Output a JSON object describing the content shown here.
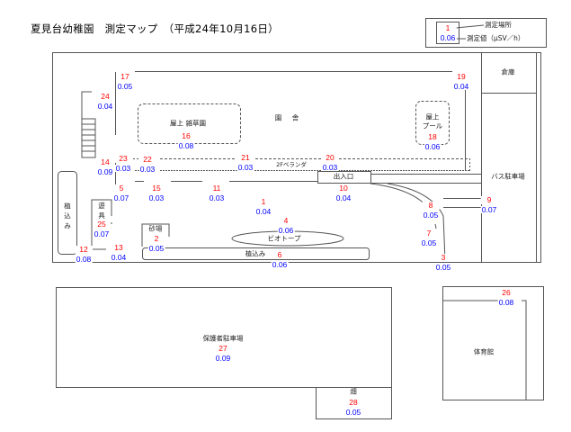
{
  "title": "夏見台幼稚園　測定マップ　（平成24年10月16日）",
  "legend": {
    "sample_no": "1",
    "sample_value": "0.06",
    "no_label": "測定場所",
    "value_label": "測定値（μSV／h）"
  },
  "colors": {
    "point_no": "#ff0000",
    "point_value": "#0000ff",
    "line": "#555555"
  },
  "areas": {
    "school_building": "園　舎",
    "rooftop_garden": "屋上  雑草園",
    "rooftop_pool_1": "屋上",
    "rooftop_pool_2": "プール",
    "veranda": "2Fベランダ",
    "entrance": "出入口",
    "storage": "倉庫",
    "bus_parking": "バス駐車場",
    "planting_left": "植込み",
    "playground_equipment": "遊具",
    "sandbox": "砂場",
    "biotope": "ビオトープ",
    "planting_bottom": "植込み",
    "parent_parking": "保護者駐車場",
    "gymnasium": "体育館",
    "field": "畑"
  },
  "points": [
    {
      "no": "1",
      "value": "0.04"
    },
    {
      "no": "2",
      "value": "0.05"
    },
    {
      "no": "3",
      "value": "0.05"
    },
    {
      "no": "4",
      "value": "0.06"
    },
    {
      "no": "5",
      "value": "0.07"
    },
    {
      "no": "6",
      "value": "0.06"
    },
    {
      "no": "7",
      "value": "0.05"
    },
    {
      "no": "8",
      "value": "0.05"
    },
    {
      "no": "9",
      "value": "0.07"
    },
    {
      "no": "10",
      "value": "0.04"
    },
    {
      "no": "11",
      "value": "0.03"
    },
    {
      "no": "12",
      "value": "0.08"
    },
    {
      "no": "13",
      "value": "0.04"
    },
    {
      "no": "14",
      "value": "0.09"
    },
    {
      "no": "15",
      "value": "0.03"
    },
    {
      "no": "16",
      "value": "0.08"
    },
    {
      "no": "17",
      "value": "0.05"
    },
    {
      "no": "18",
      "value": "0.06"
    },
    {
      "no": "19",
      "value": "0.04"
    },
    {
      "no": "20",
      "value": "0.03"
    },
    {
      "no": "21",
      "value": "0.03"
    },
    {
      "no": "22",
      "value": "0.03"
    },
    {
      "no": "23",
      "value": "0.03"
    },
    {
      "no": "24",
      "value": "0.04"
    },
    {
      "no": "25",
      "value": "0.07"
    },
    {
      "no": "26",
      "value": "0.08"
    },
    {
      "no": "27",
      "value": "0.09"
    },
    {
      "no": "28",
      "value": "0.05"
    }
  ]
}
